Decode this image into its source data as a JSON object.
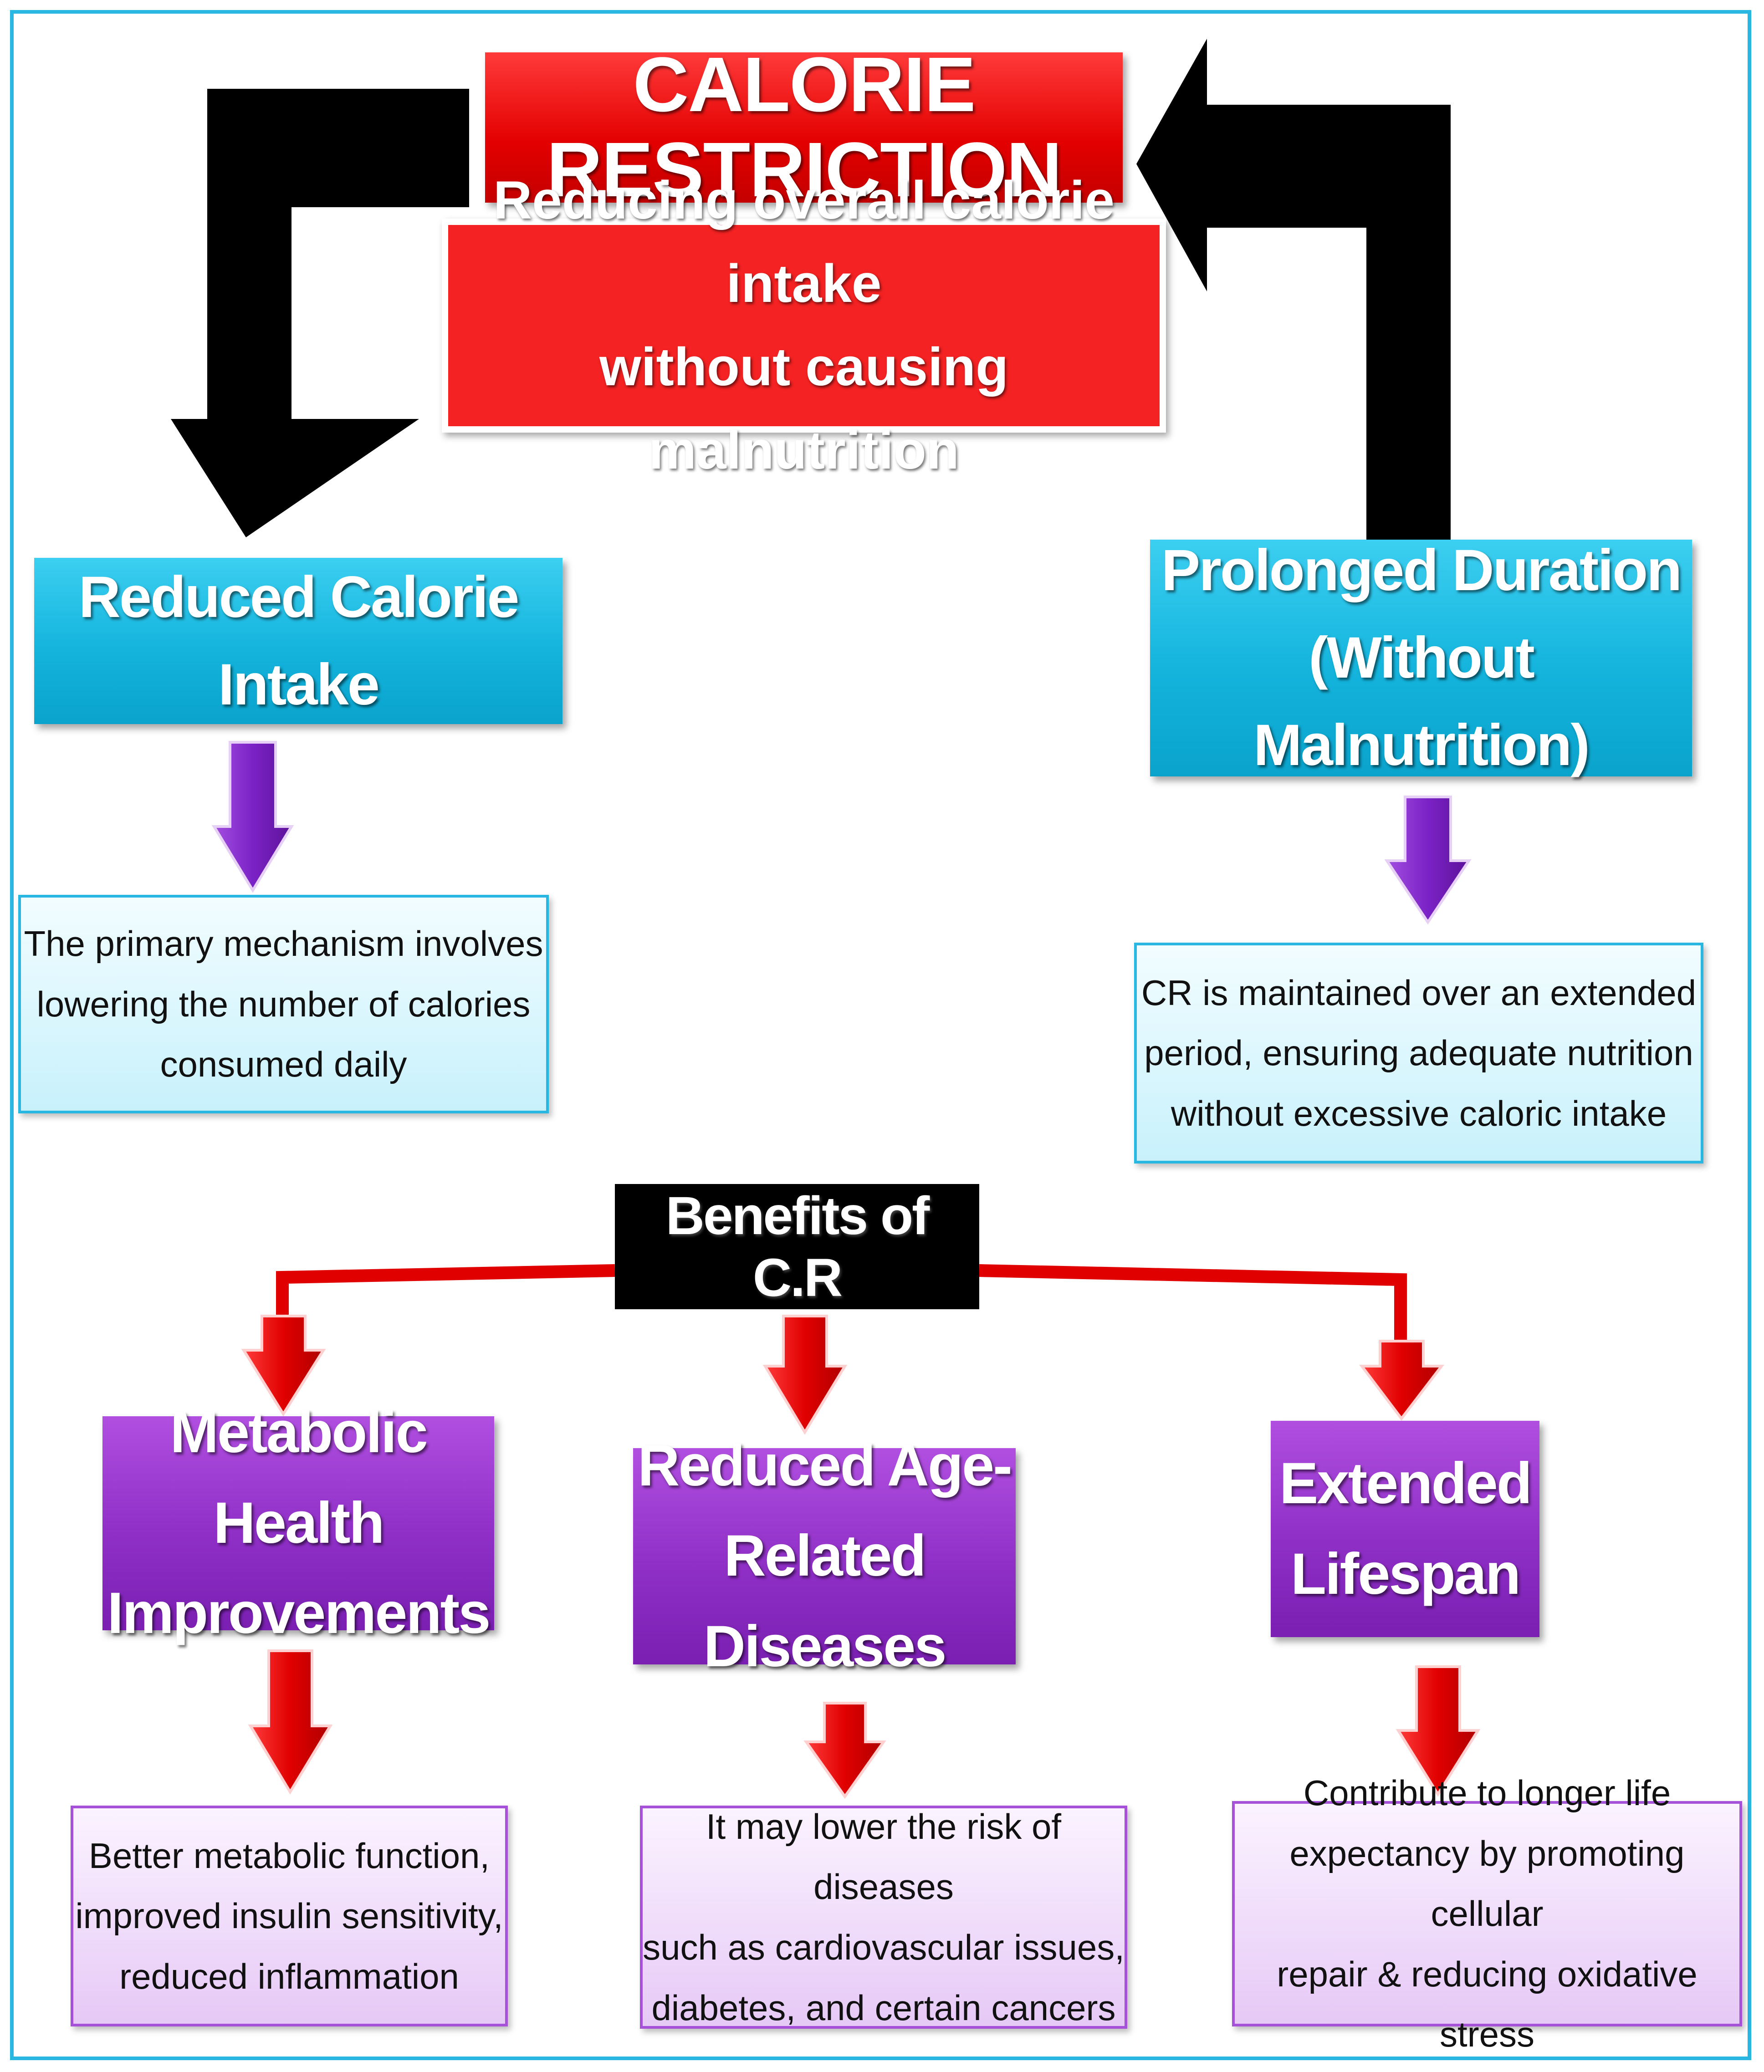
{
  "title": {
    "heading": "CALORIE RESTRICTION",
    "definition": [
      "Reducing overall calorie intake",
      "without causing malnutrition"
    ]
  },
  "left_branch": {
    "label": "Reduced Calorie Intake",
    "note": [
      "The primary mechanism involves",
      "lowering the number of calories",
      "consumed daily"
    ]
  },
  "right_branch": {
    "label": [
      "Prolonged Duration",
      "(Without Malnutrition)"
    ],
    "note": [
      "CR is maintained over an extended",
      "period, ensuring adequate nutrition",
      "without excessive caloric intake"
    ]
  },
  "benefits": {
    "label": "Benefits of C.R",
    "items": [
      {
        "label": [
          "Metabolic Health",
          "Improvements"
        ],
        "note": [
          "Better metabolic function,",
          "improved insulin sensitivity,",
          "reduced inflammation"
        ]
      },
      {
        "label": [
          "Reduced Age-",
          "Related Diseases"
        ],
        "note": [
          "It may lower the risk of diseases",
          "such as cardiovascular issues,",
          "diabetes, and certain cancers"
        ]
      },
      {
        "label": [
          "Extended",
          "Lifespan"
        ],
        "note": [
          "Contribute to longer life",
          "expectancy by promoting cellular",
          "repair & reducing oxidative stress"
        ]
      }
    ]
  },
  "colors": {
    "border": "#29b6e0",
    "red": "#e30000",
    "cyan": "#14b4dd",
    "purple": "#8f2fc6",
    "black_arrow": "#000000",
    "purple_arrow": "#7b22c6",
    "red_arrow": "#e00000"
  }
}
